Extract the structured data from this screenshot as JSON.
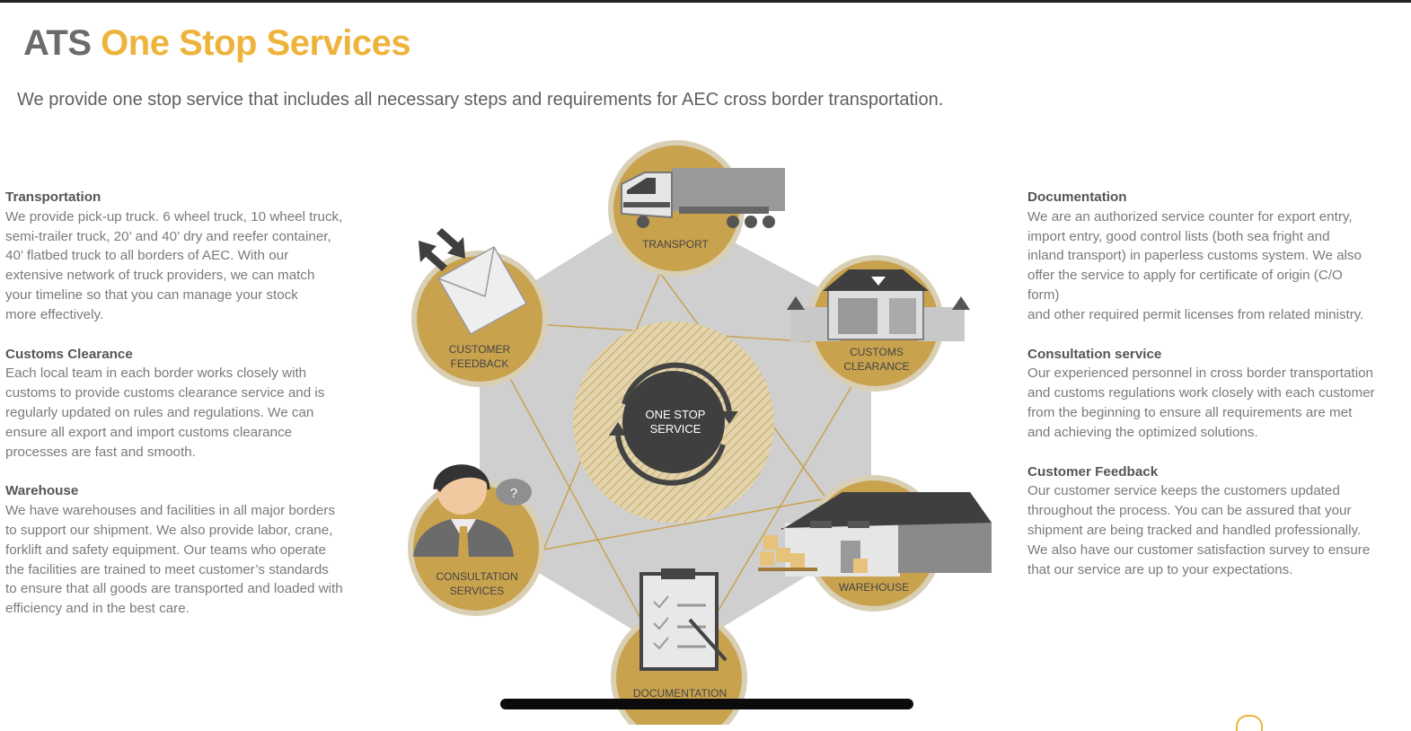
{
  "header": {
    "title_prefix": "ATS",
    "title_main": "One Stop Services",
    "subtitle": "We provide one stop service that includes all necessary steps and requirements for AEC cross border transportation."
  },
  "left_sections": [
    {
      "title": "Transportation",
      "body": "We provide pick-up truck. 6 wheel truck, 10 wheel truck,\nsemi-trailer truck, 20’ and 40’ dry and reefer container,\n40’ flatbed truck to all borders of AEC. With our\nextensive network of truck providers, we can match\nyour timeline so that you can manage your stock\nmore effectively."
    },
    {
      "title": "Customs Clearance",
      "body": "Each local team in each border works closely with\ncustoms to provide customs clearance service and is\nregularly updated on rules and regulations. We can\nensure all export and import customs clearance\nprocesses are fast and smooth."
    },
    {
      "title": "Warehouse",
      "body": "We have warehouses and facilities in all major borders\nto support our shipment. We also provide labor, crane,\nforklift and safety equipment. Our teams who operate\nthe facilities are trained to meet customer’s standards\nto ensure that all goods are transported and loaded with\nefficiency and in the best care."
    }
  ],
  "right_sections": [
    {
      "title": "Documentation",
      "body": "We are an authorized service counter for export entry,\nimport entry, good control lists (both sea fright and\ninland transport) in paperless customs system. We also\noffer the service to apply for certificate of origin (C/O\nform)\nand other required permit licenses from related ministry."
    },
    {
      "title": "Consultation service",
      "body": "Our experienced personnel in cross border transportation\nand customs regulations work closely with each customer\nfrom the beginning to ensure all requirements are met\nand achieving the optimized solutions."
    },
    {
      "title": "Customer Feedback",
      "body": "Our customer service keeps the customers updated\nthroughout the process. You can be assured that your\nshipment are being tracked and handled professionally.\nWe also have our customer satisfaction survey to ensure\nthat our service are up to your expectations."
    }
  ],
  "diagram": {
    "center_line1": "ONE STOP",
    "center_line2": "SERVICE",
    "help_mark": "?",
    "nodes": {
      "transport": [
        "TRANSPORT"
      ],
      "customs": [
        "CUSTOMS",
        "CLEARANCE"
      ],
      "warehouse": [
        "WAREHOUSE"
      ],
      "documentation": [
        "DOCUMENTATION"
      ],
      "consultation": [
        "CONSULTATION",
        "SERVICES"
      ],
      "feedback": [
        "CUSTOMER",
        "FEEDBACK"
      ]
    }
  },
  "colors": {
    "accent": "#eeb33a",
    "gold_circle": "#c9a24e",
    "hexagon": "#cfcfcf",
    "dark": "#3f3f3f"
  }
}
